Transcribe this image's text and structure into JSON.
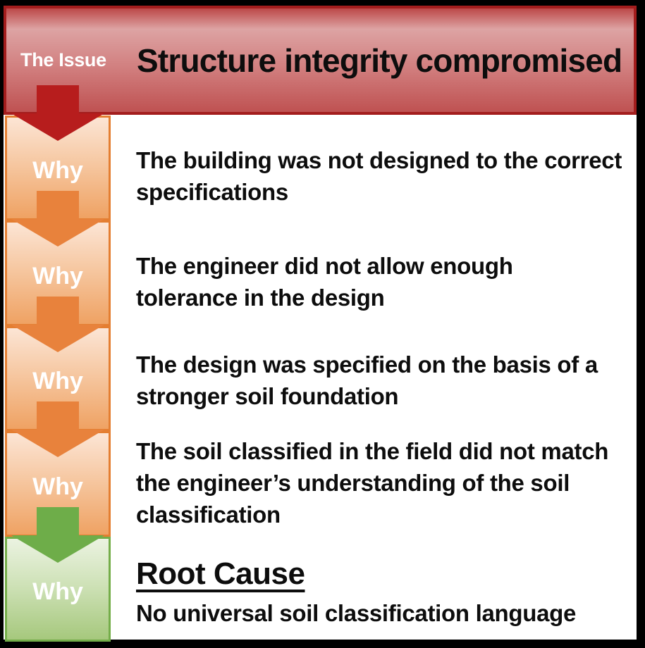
{
  "header": {
    "label": "The Issue",
    "title": "Structure integrity compromised"
  },
  "whys": [
    {
      "label": "Why",
      "text": "The building was not designed to the correct\nspecifications"
    },
    {
      "label": "Why",
      "text": "The engineer did not allow enough\ntolerance in the design"
    },
    {
      "label": "Why",
      "text": "The design was specified on the basis of a\nstronger soil foundation"
    },
    {
      "label": "Why",
      "text": "The soil classified in the field did not match\nthe engineer’s understanding of the soil\nclassification"
    }
  ],
  "root_cause": {
    "label": "Why",
    "heading": "Root Cause",
    "text": "No universal soil classification language"
  },
  "colors": {
    "frame": "#000000",
    "header_border": "#a31d1d",
    "header_fill_light": "#dda3a3",
    "header_fill_dark": "#bf5252",
    "issue_arrow": "#b71d1d",
    "why_box_border": "#e47e31",
    "why_box_fill_top": "#fce5d5",
    "why_box_fill_bottom": "#efa263",
    "why_arrow": "#e8823c",
    "root_box_border": "#74ad49",
    "root_box_fill_top": "#ebf3e1",
    "root_box_fill_bottom": "#a6c87d",
    "root_arrow": "#6ead49",
    "body_text": "#0d0d0d",
    "label_text": "#ffffff"
  }
}
